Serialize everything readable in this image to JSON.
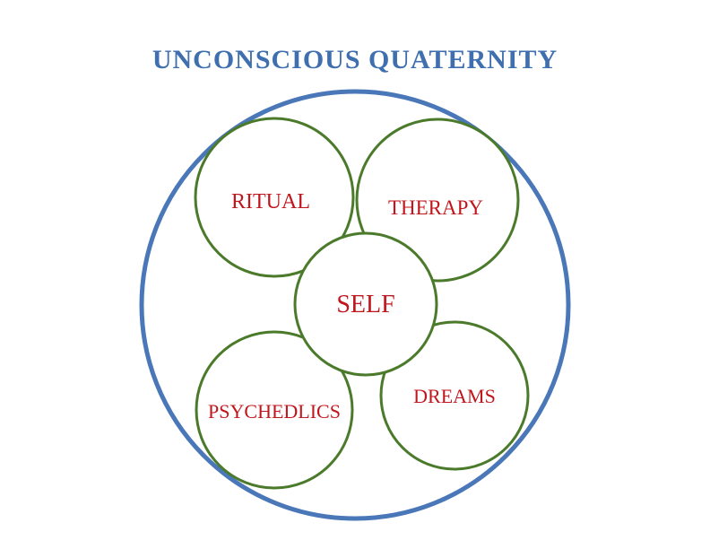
{
  "title": "UNCONSCIOUS QUATERNITY",
  "colors": {
    "title": "#3f6fae",
    "outer_circle": "#4a77b8",
    "inner_circle": "#4a7a2a",
    "label": "#c0161d"
  },
  "nodes": {
    "ritual": "RITUAL",
    "therapy": "THERAPY",
    "self": "SELF",
    "psychedlics": "PSYCHEDLICS",
    "dreams": "DREAMS"
  }
}
